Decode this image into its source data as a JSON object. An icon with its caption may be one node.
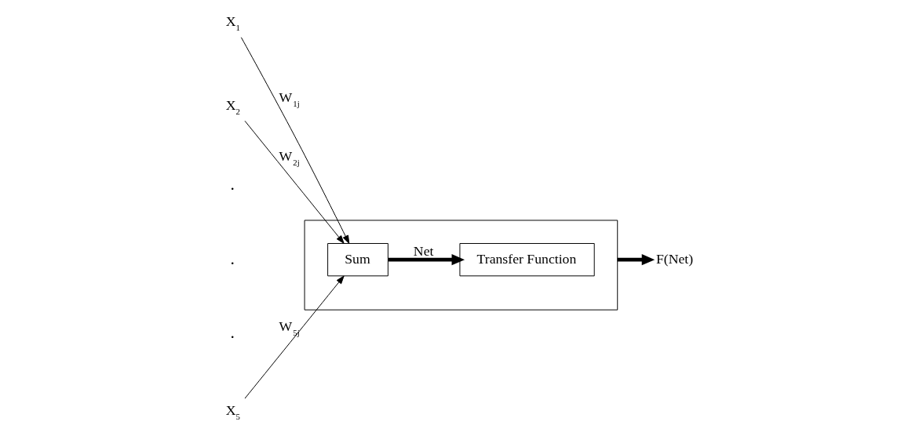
{
  "diagram": {
    "nodes": [
      {
        "text": [],
        "shape": "box"
      },
      {
        "text": [
          "X$_{1}$"
        ]
      },
      {
        "text": [
          "X$_{2}$"
        ]
      },
      {
        "text": [
          "X$_{5}$"
        ]
      },
      {
        "text": [
          "Sum"
        ],
        "in": 0
      },
      {
        "text": [
          "Transfer Function"
        ],
        "in": 0
      },
      {
        "text": [
          "F(Net)"
        ]
      }
    ],
    "edges": [
      {
        "from": 1,
        "to": 4,
        "arrow": "to",
        "label": "W$_{1j}$"
      },
      {
        "from": 2,
        "to": 4,
        "arrow": "to",
        "label": "W$_{2j}$"
      },
      {
        "from": 3,
        "to": 4,
        "arrow": "to",
        "label": "W$_{5j}$"
      },
      {
        "from": 4,
        "to": 5,
        "arrow": "to",
        "label": "Net",
        "style": "thick"
      },
      {
        "from": 0,
        "to": 6,
        "arrow": "to",
        "style": "thick"
      }
    ],
    "labels": [
      ".",
      ".",
      "."
    ]
  }
}
